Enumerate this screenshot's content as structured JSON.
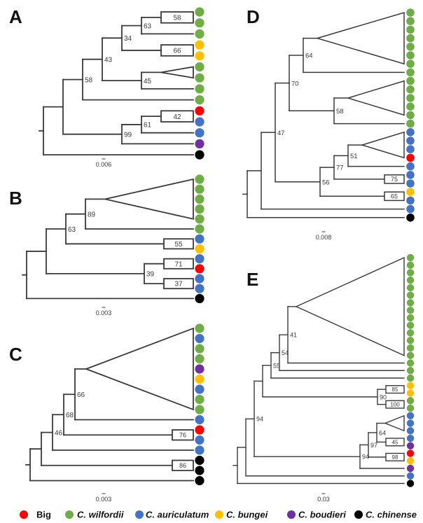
{
  "figure_title": "phylogenetic-trees-figure",
  "colors": {
    "red": "#fe0000",
    "green": "#70ad47",
    "blue": "#4472c4",
    "yellow": "#ffc000",
    "purple": "#7030a0",
    "black": "#000000",
    "line": "#3a3a3a",
    "text": "#3a3a3a",
    "panel_letter": "#111111"
  },
  "legend": {
    "items": [
      {
        "label": "Big",
        "color": "red",
        "italic": false
      },
      {
        "label": "C. wilfordii",
        "color": "green",
        "italic": true
      },
      {
        "label": "C. auriculatum",
        "color": "blue",
        "italic": true
      },
      {
        "label": "C. bungei",
        "color": "yellow",
        "italic": true
      },
      {
        "label": "C. boudieri",
        "color": "purple",
        "italic": true
      },
      {
        "label": "C. chinense",
        "color": "black",
        "italic": true
      }
    ]
  },
  "panels": [
    {
      "id": "A",
      "label": "A",
      "scale": "0.006",
      "tree": {
        "t": "n",
        "v": "",
        "k": [
          {
            "t": "n",
            "v": "",
            "k": [
              {
                "t": "n",
                "v": "58",
                "k": [
                  {
                    "t": "n",
                    "v": "43",
                    "k": [
                      {
                        "t": "n",
                        "v": "34",
                        "k": [
                          {
                            "t": "n",
                            "v": "63",
                            "k": [
                              {
                                "t": "box",
                                "v": "58",
                                "c": [
                                  "green",
                                  "green"
                                ]
                              },
                              {
                                "t": "leaf",
                                "c": "green"
                              }
                            ]
                          },
                          {
                            "t": "box",
                            "v": "66",
                            "c": [
                              "yellow",
                              "yellow"
                            ]
                          }
                        ]
                      },
                      {
                        "t": "n",
                        "v": "45",
                        "k": [
                          {
                            "t": "tri",
                            "c": [
                              "green",
                              "green"
                            ],
                            "w": 46
                          },
                          {
                            "t": "leaf",
                            "c": "green"
                          }
                        ]
                      }
                    ]
                  },
                  {
                    "t": "leaf",
                    "c": "green"
                  }
                ]
              },
              {
                "t": "n",
                "v": "99",
                "k": [
                  {
                    "t": "n",
                    "v": "61",
                    "k": [
                      {
                        "t": "box",
                        "v": "42",
                        "c": [
                          "red",
                          "blue"
                        ]
                      },
                      {
                        "t": "leaf",
                        "c": "blue"
                      }
                    ]
                  },
                  {
                    "t": "leaf",
                    "c": "purple"
                  }
                ]
              }
            ]
          },
          {
            "t": "leaf",
            "c": "black"
          }
        ]
      }
    },
    {
      "id": "B",
      "label": "B",
      "scale": "0.003",
      "tree": {
        "t": "n",
        "v": "",
        "k": [
          {
            "t": "n",
            "v": "",
            "k": [
              {
                "t": "n",
                "v": "63",
                "k": [
                  {
                    "t": "n",
                    "v": "89",
                    "k": [
                      {
                        "t": "tri",
                        "c": [
                          "green",
                          "green",
                          "green",
                          "green",
                          "green"
                        ],
                        "w": 126
                      },
                      {
                        "t": "leaf",
                        "c": "green"
                      }
                    ]
                  },
                  {
                    "t": "box",
                    "v": "55",
                    "c": [
                      "blue",
                      "yellow"
                    ]
                  }
                ]
              },
              {
                "t": "n",
                "v": "39",
                "k": [
                  {
                    "t": "box",
                    "v": "71",
                    "c": [
                      "blue",
                      "red"
                    ]
                  },
                  {
                    "t": "box",
                    "v": "37",
                    "c": [
                      "blue",
                      "blue"
                    ]
                  }
                ]
              }
            ]
          },
          {
            "t": "leaf",
            "c": "black"
          }
        ]
      }
    },
    {
      "id": "C",
      "label": "C",
      "scale": "0.003",
      "tree": {
        "t": "n",
        "v": "",
        "k": [
          {
            "t": "n",
            "v": "",
            "k": [
              {
                "t": "n",
                "v": "46",
                "k": [
                  {
                    "t": "n",
                    "v": "68",
                    "k": [
                      {
                        "t": "n",
                        "v": "66",
                        "k": [
                          {
                            "t": "tri",
                            "c": [
                              "green",
                              "blue",
                              "green",
                              "green",
                              "purple",
                              "yellow",
                              "blue",
                              "green",
                              "green"
                            ],
                            "w": 153
                          },
                          {
                            "t": "leaf",
                            "c": "blue"
                          }
                        ]
                      },
                      {
                        "t": "box",
                        "v": "76",
                        "c": [
                          "red",
                          "blue"
                        ]
                      }
                    ]
                  },
                  {
                    "t": "leaf",
                    "c": "blue"
                  }
                ]
              },
              {
                "t": "box",
                "v": "86",
                "c": [
                  "black",
                  "black"
                ]
              }
            ]
          },
          {
            "t": "leaf",
            "c": "black"
          }
        ]
      }
    },
    {
      "id": "D",
      "label": "D",
      "scale": "0.008",
      "tree": {
        "t": "n",
        "v": "",
        "k": [
          {
            "t": "n",
            "v": "",
            "k": [
              {
                "t": "n",
                "v": "47",
                "k": [
                  {
                    "t": "n",
                    "v": "70",
                    "k": [
                      {
                        "t": "n",
                        "v": "64",
                        "k": [
                          {
                            "t": "tri",
                            "c": [
                              "green",
                              "green",
                              "green",
                              "green",
                              "green",
                              "green",
                              "green"
                            ],
                            "w": 124
                          },
                          {
                            "t": "leaf",
                            "c": "green"
                          }
                        ]
                      },
                      {
                        "t": "n",
                        "v": "58",
                        "k": [
                          {
                            "t": "tri",
                            "c": [
                              "green",
                              "green",
                              "green",
                              "green",
                              "green"
                            ],
                            "w": 80
                          },
                          {
                            "t": "leaf",
                            "c": "green"
                          }
                        ]
                      }
                    ]
                  },
                  {
                    "t": "n",
                    "v": "56",
                    "k": [
                      {
                        "t": "n",
                        "v": "77",
                        "k": [
                          {
                            "t": "n",
                            "v": "51",
                            "k": [
                              {
                                "t": "tri",
                                "c": [
                                  "blue",
                                  "blue",
                                  "blue",
                                  "red"
                                ],
                                "w": 60
                              },
                              {
                                "t": "leaf",
                                "c": "blue"
                              }
                            ]
                          },
                          {
                            "t": "box",
                            "v": "75",
                            "c": [
                              "blue",
                              "blue"
                            ]
                          }
                        ]
                      },
                      {
                        "t": "box",
                        "v": "65",
                        "c": [
                          "yellow",
                          "blue"
                        ]
                      }
                    ]
                  }
                ]
              },
              {
                "t": "leaf",
                "c": "blue"
              }
            ]
          },
          {
            "t": "leaf",
            "c": "black"
          }
        ]
      }
    },
    {
      "id": "E",
      "label": "E",
      "scale": "0.03",
      "tree": {
        "t": "n",
        "v": "",
        "k": [
          {
            "t": "n",
            "v": "",
            "k": [
              {
                "t": "n",
                "v": "94",
                "k": [
                  {
                    "t": "n",
                    "v": "",
                    "k": [
                      {
                        "t": "n",
                        "v": "55",
                        "k": [
                          {
                            "t": "n",
                            "v": "54",
                            "k": [
                              {
                                "t": "n",
                                "v": "41",
                                "k": [
                                  {
                                    "t": "tri",
                                    "c": [
                                      "green",
                                      "green",
                                      "green",
                                      "green",
                                      "green",
                                      "green",
                                      "green",
                                      "green",
                                      "green",
                                      "green",
                                      "green",
                                      "green",
                                      "green",
                                      "green"
                                    ],
                                    "w": 154
                                  },
                                  {
                                    "t": "leaf",
                                    "c": "green"
                                  }
                                ]
                              },
                              {
                                "t": "leaf",
                                "c": "green"
                              }
                            ]
                          },
                          {
                            "t": "leaf",
                            "c": "green"
                          }
                        ]
                      },
                      {
                        "t": "n",
                        "v": "90",
                        "k": [
                          {
                            "t": "box",
                            "v": "85",
                            "c": [
                              "yellow",
                              "yellow"
                            ]
                          },
                          {
                            "t": "box",
                            "v": "100",
                            "c": [
                              "green",
                              "green"
                            ]
                          }
                        ]
                      }
                    ]
                  },
                  {
                    "t": "n",
                    "v": "94",
                    "k": [
                      {
                        "t": "n",
                        "v": "97",
                        "k": [
                          {
                            "t": "n",
                            "v": "64",
                            "k": [
                              {
                                "t": "tri",
                                "c": [
                                  "blue",
                                  "blue",
                                  "blue"
                                ],
                                "w": 27
                              },
                              {
                                "t": "box",
                                "v": "45",
                                "c": [
                                  "blue",
                                  "purple"
                                ]
                              }
                            ]
                          },
                          {
                            "t": "box",
                            "v": "98",
                            "c": [
                              "red",
                              "yellow"
                            ]
                          }
                        ]
                      },
                      {
                        "t": "leaf",
                        "c": "purple"
                      }
                    ]
                  }
                ]
              },
              {
                "t": "leaf",
                "c": "blue"
              }
            ]
          },
          {
            "t": "leaf",
            "c": "black"
          }
        ]
      }
    }
  ]
}
